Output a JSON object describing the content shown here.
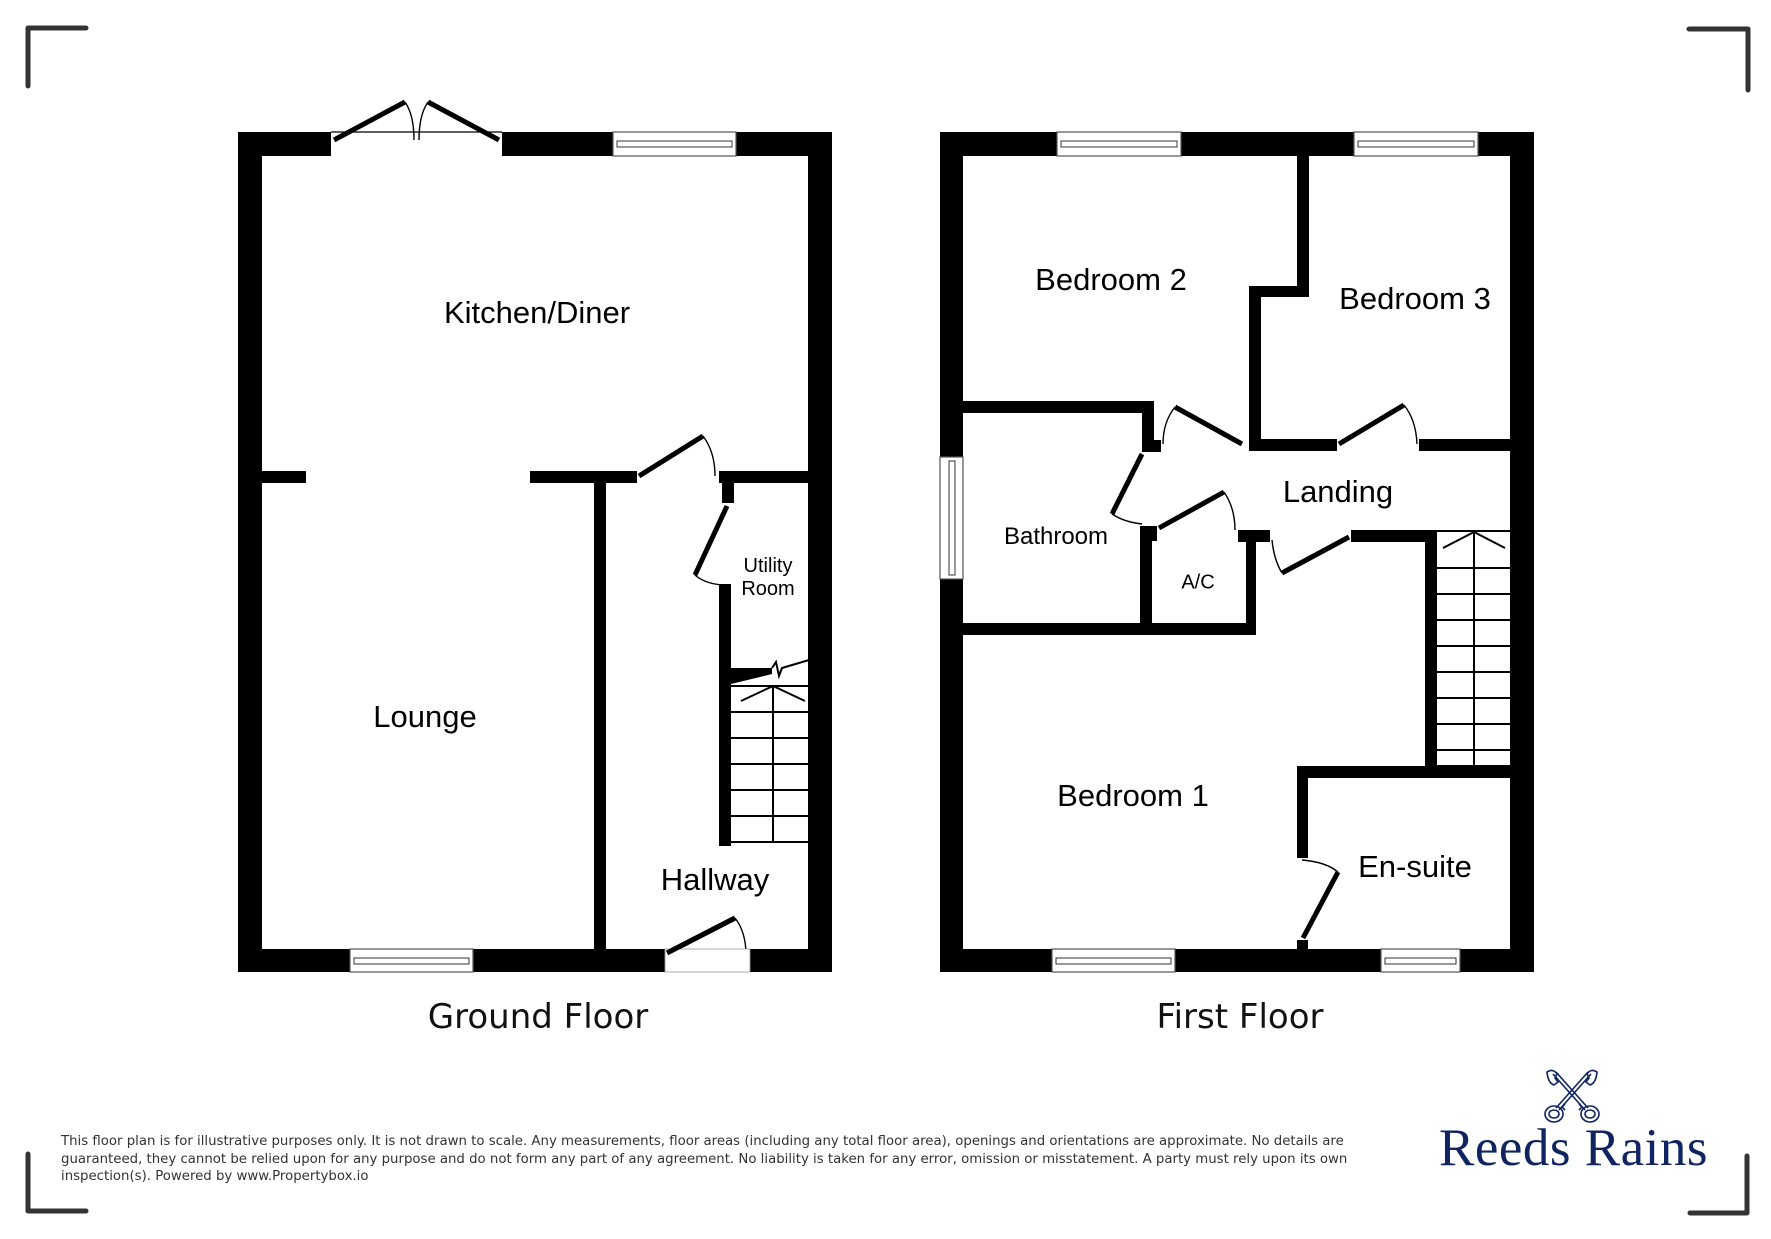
{
  "ground_floor": {
    "title": "Ground Floor",
    "rooms": [
      {
        "name": "Kitchen/Diner"
      },
      {
        "name": "Lounge"
      },
      {
        "name": "Utility",
        "name_line2": "Room"
      },
      {
        "name": "Hallway"
      }
    ]
  },
  "first_floor": {
    "title": "First Floor",
    "rooms": [
      {
        "name": "Bedroom 2"
      },
      {
        "name": "Bedroom 3"
      },
      {
        "name": "Landing"
      },
      {
        "name": "Bathroom"
      },
      {
        "name": "A/C"
      },
      {
        "name": "Bedroom 1"
      },
      {
        "name": "En-suite"
      }
    ]
  },
  "footer": {
    "disclaimer": "This floor plan is for illustrative purposes only. It is not drawn to scale. Any measurements, floor areas (including any total floor area), openings and orientations are approximate. No details are guaranteed, they cannot be relied upon for any purpose and do not form any part of any agreement. No liability is taken for any error, omission or misstatement. A party must rely upon its own inspection(s). Powered by www.Propertybox.io"
  },
  "brand": {
    "name": "Reeds Rains",
    "logo_icon": "crossed-keys-icon",
    "color": "#0f2460"
  },
  "colors": {
    "walls": "#000000",
    "brackets": "#333333",
    "background": "#ffffff"
  }
}
